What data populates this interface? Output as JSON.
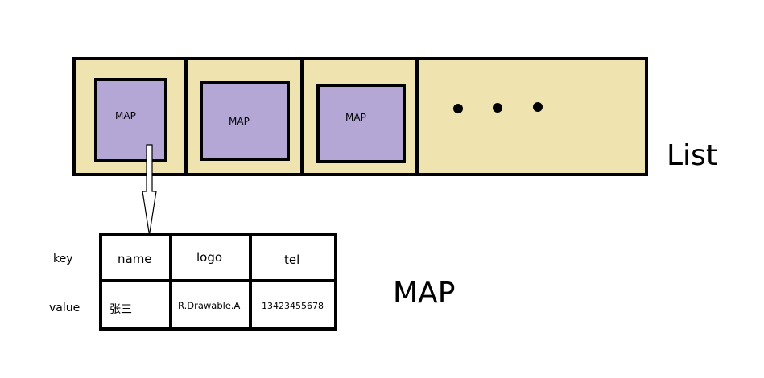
{
  "list": {
    "label": "List",
    "maps": [
      {
        "label": "MAP"
      },
      {
        "label": "MAP"
      },
      {
        "label": "MAP"
      }
    ],
    "ellipsis_dots": 3
  },
  "map_table": {
    "label": "MAP",
    "row_labels": [
      "key",
      "value"
    ],
    "keys": [
      "name",
      "logo",
      "tel"
    ],
    "values": [
      "张三",
      "R.Drawable.A",
      "13423455678"
    ]
  },
  "colors": {
    "list_fill": "#efe4b0",
    "map_fill": "#b4a7d6",
    "border": "#000000"
  }
}
